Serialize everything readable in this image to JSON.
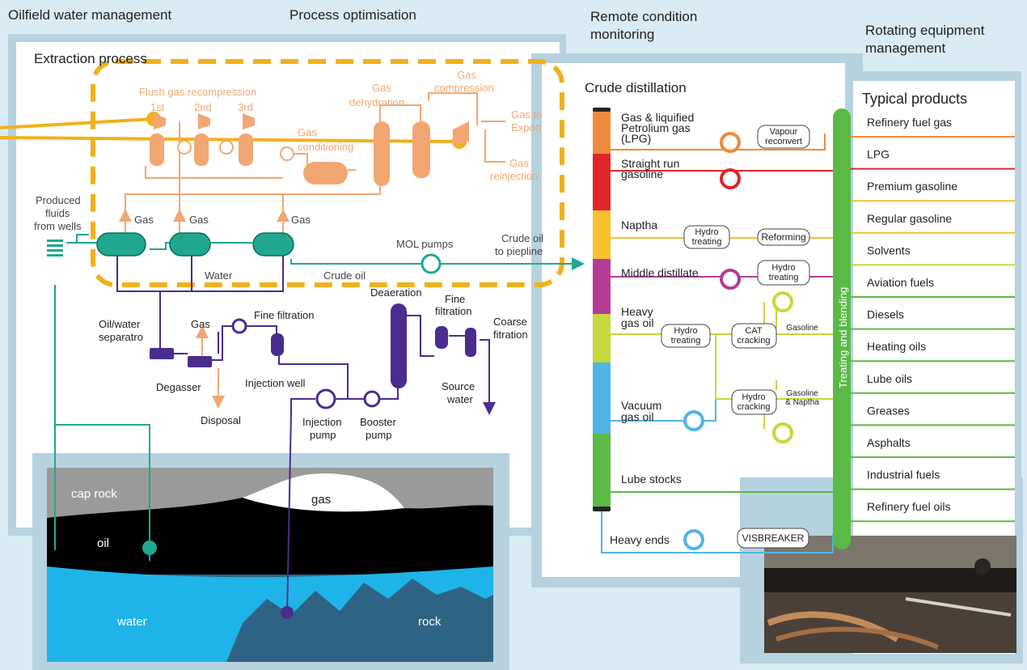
{
  "colors": {
    "background": "#d9ebf4",
    "panel_border": "#b7d2df",
    "gas_orange": "#f2a772",
    "water_purple": "#4b2c8f",
    "crude_teal": "#1fa88f",
    "highlight_yellow": "#f0b11c",
    "cap_rock": "#9a9a9a",
    "oil": "#000000",
    "water": "#1fb4e8",
    "rock": "#2f6384",
    "treating_green": "#5bb946"
  },
  "headers": {
    "oilfield": "Oilfield water management",
    "process": "Process optimisation",
    "remote_1": "Remote condition",
    "remote_2": "monitoring",
    "rotating_1": "Rotating equipment",
    "rotating_2": "management"
  },
  "extraction": {
    "title": "Extraction process",
    "flush_gas": "Flush gas recompression",
    "stages": [
      "1st",
      "2nd",
      "3rd"
    ],
    "gas_conditioning_1": "Gas",
    "gas_conditioning_2": "conditioning",
    "gas_dehydration_1": "Gas",
    "gas_dehydration_2": "dehydration",
    "gas_compression_1": "Gas",
    "gas_compression_2": "compression",
    "gas_export_1": "Gas to",
    "gas_export_2": "Export",
    "gas_reinjection_1": "Gas",
    "gas_reinjection_2": "reinjection",
    "produced_1": "Produced",
    "produced_2": "fluids",
    "produced_3": "from wells",
    "gas_labels": [
      "Gas",
      "Gas",
      "Gas"
    ],
    "water": "Water",
    "crude_oil": "Crude oil",
    "mol_pumps": "MOL pumps",
    "crude_to_pipeline_1": "Crude oil",
    "crude_to_pipeline_2": "to piepline"
  },
  "water_mgmt": {
    "oil_water_1": "Oil/water",
    "oil_water_2": "separatro",
    "gas": "Gas",
    "degasser": "Degasser",
    "disposal": "Disposal",
    "fine_filtration": "Fine filtration",
    "injection_well": "Injection well",
    "injection_pump_1": "Injection",
    "injection_pump_2": "pump",
    "booster_pump_1": "Booster",
    "booster_pump_2": "pump",
    "deaeration": "Deaeration",
    "fine_filtration2_1": "Fine",
    "fine_filtration2_2": "filtration",
    "coarse_1": "Coarse",
    "coarse_2": "fitration",
    "source_1": "Source",
    "source_2": "water"
  },
  "reservoir": {
    "cap_rock": "cap rock",
    "gas": "gas",
    "oil": "oil",
    "water": "water",
    "rock": "rock"
  },
  "distillation": {
    "title": "Crude distillation",
    "lpg_1": "Gas & liquified",
    "lpg_2": "Petrolium gas",
    "lpg_3": "(LPG)",
    "straight_1": "Straight run",
    "straight_2": "gasoline",
    "naptha": "Naptha",
    "middle": "Middle distillate",
    "heavy_gas_1": "Heavy",
    "heavy_gas_2": "gas oil",
    "vacuum_1": "Vacuum",
    "vacuum_2": "gas oil",
    "lube": "Lube stocks",
    "heavy_ends": "Heavy ends",
    "vapour_1": "Vapour",
    "vapour_2": "reconvert",
    "hydro_treating_1": "Hydro",
    "hydro_treating_2": "treating",
    "reforming": "Reforming",
    "cat_1": "CAT",
    "cat_2": "cracking",
    "gasoline": "Gasoline",
    "hydro_cracking_1": "Hydro",
    "hydro_cracking_2": "cracking",
    "gasoline_naptha_1": "Gasoline",
    "gasoline_naptha_2": "& Naptha",
    "visbreaker": "VISBREAKER"
  },
  "treating": "Treating and blending",
  "products": {
    "title": "Typical products",
    "items": [
      {
        "label": "Refinery fuel gas",
        "color": "#f08a3c"
      },
      {
        "label": "LPG",
        "color": "#e0262b"
      },
      {
        "label": "Premium gasoline",
        "color": "#f5c12e"
      },
      {
        "label": "Regular gasoline",
        "color": "#f5c12e"
      },
      {
        "label": "Solvents",
        "color": "#c6d83b"
      },
      {
        "label": "Aviation fuels",
        "color": "#5bb946"
      },
      {
        "label": "Diesels",
        "color": "#5bb946"
      },
      {
        "label": "Heating oils",
        "color": "#5bb946"
      },
      {
        "label": "Lube oils",
        "color": "#5bb946"
      },
      {
        "label": "Greases",
        "color": "#5bb946"
      },
      {
        "label": "Asphalts",
        "color": "#5bb946"
      },
      {
        "label": "Industrial fuels",
        "color": "#5bb946"
      },
      {
        "label": "Refinery fuel oils",
        "color": "#5bb946"
      }
    ]
  }
}
